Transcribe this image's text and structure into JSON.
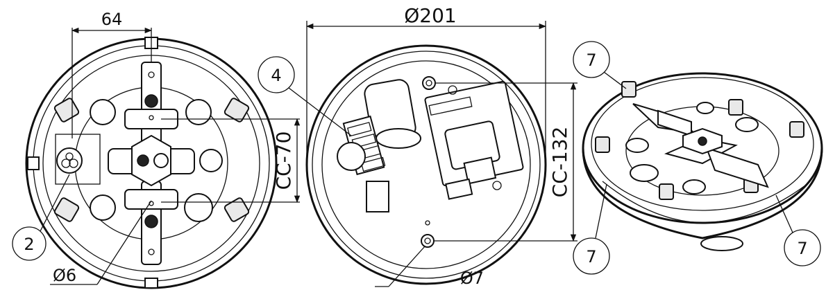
{
  "dimensions": {
    "width_top_left": "64",
    "diameter_outer": "Ø201",
    "cc_left": "CC-70",
    "cc_right": "CC-132",
    "hole_small": "Ø6",
    "hole_large": "Ø7"
  },
  "callouts": {
    "c2": "2",
    "c4": "4",
    "c7_top": "7",
    "c7_bottom_left": "7",
    "c7_bottom_right": "7"
  }
}
